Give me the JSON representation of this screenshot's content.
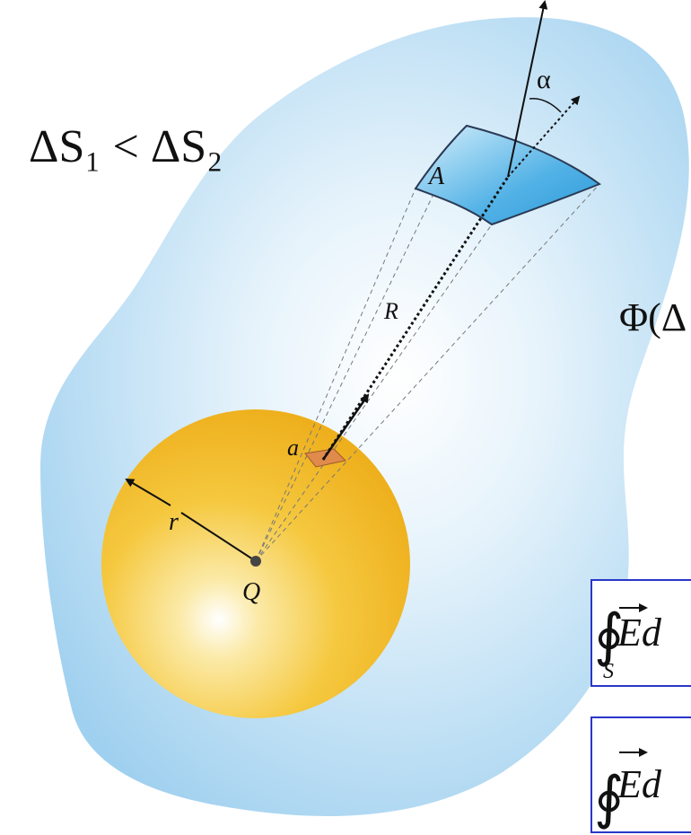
{
  "inequality": "ΔS₁ < ΔS₂",
  "flux_partial": "Φ(Δ",
  "labels": {
    "angle": "α",
    "big_area": "A",
    "distance": "R",
    "small_area": "a",
    "radius": "r",
    "charge": "Q"
  },
  "formula_1": {
    "integral": "∮",
    "body": "Ed",
    "subscript": "S"
  },
  "formula_2": {
    "integral": "∮",
    "body": "Ed"
  },
  "colors": {
    "surface": "#bfe0f5",
    "sphere": "#f5c63a",
    "patch": "#3fa6de",
    "small_patch": "#e08a4c",
    "formula_border": "#2a36c8"
  }
}
